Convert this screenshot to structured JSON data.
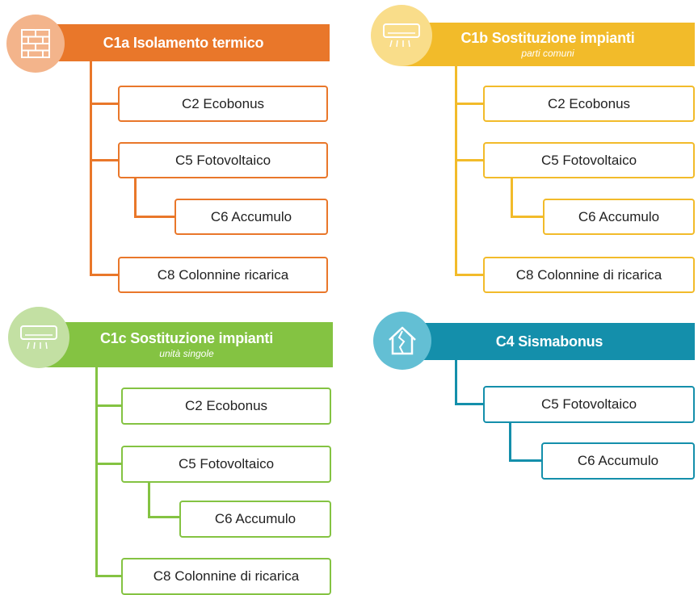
{
  "colors": {
    "orange": "#e9772a",
    "orange_light": "#f3b48b",
    "yellow": "#f2bb2a",
    "yellow_light": "#f9dd8a",
    "green": "#84c342",
    "green_light": "#c3e0a3",
    "teal": "#148fab",
    "teal_light": "#63bfd4"
  },
  "groups": {
    "c1a": {
      "icon": "brick-wall-icon",
      "title": "C1a Isolamento termico",
      "items": [
        "C2 Ecobonus",
        "C5 Fotovoltaico",
        "C6 Accumulo",
        "C8 Colonnine ricarica"
      ]
    },
    "c1b": {
      "icon": "air-conditioner-icon",
      "title": "C1b Sostituzione impianti",
      "subtitle": "parti comuni",
      "items": [
        "C2 Ecobonus",
        "C5 Fotovoltaico",
        "C6 Accumulo",
        "C8 Colonnine di ricarica"
      ]
    },
    "c1c": {
      "icon": "air-conditioner-icon",
      "title": "C1c Sostituzione impianti",
      "subtitle": "unità singole",
      "items": [
        "C2 Ecobonus",
        "C5 Fotovoltaico",
        "C6 Accumulo",
        "C8 Colonnine di ricarica"
      ]
    },
    "c4": {
      "icon": "cracked-house-icon",
      "title": "C4 Sismabonus",
      "items": [
        "C5 Fotovoltaico",
        "C6 Accumulo"
      ]
    }
  }
}
